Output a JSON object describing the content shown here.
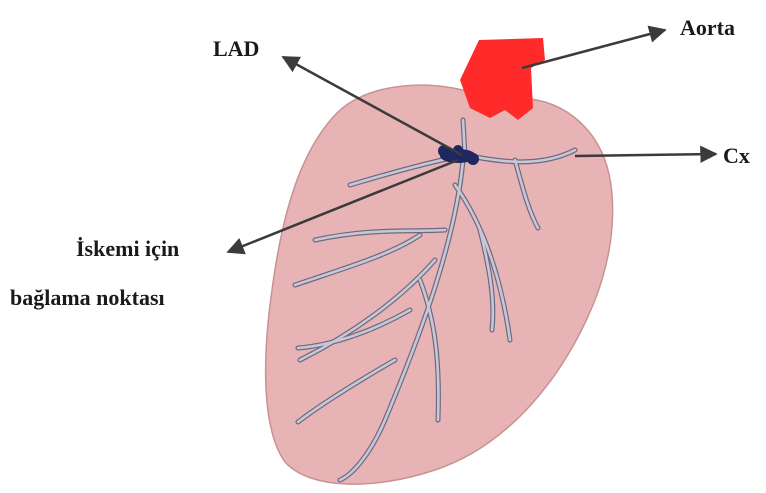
{
  "labels": {
    "lad": "LAD",
    "aorta": "Aorta",
    "cx": "Cx",
    "ligation_line1": "İskemi için",
    "ligation_line2": "bağlama noktası"
  },
  "colors": {
    "heart": "#e7b3b4",
    "heart_outline": "#c79294",
    "aorta": "#ff2a2a",
    "vessel": "#c9c7d6",
    "vessel_outline": "#6c6a80",
    "ligation_knot": "#1d2860",
    "arrow": "#3b3b3b",
    "text": "#1a1a1a"
  }
}
